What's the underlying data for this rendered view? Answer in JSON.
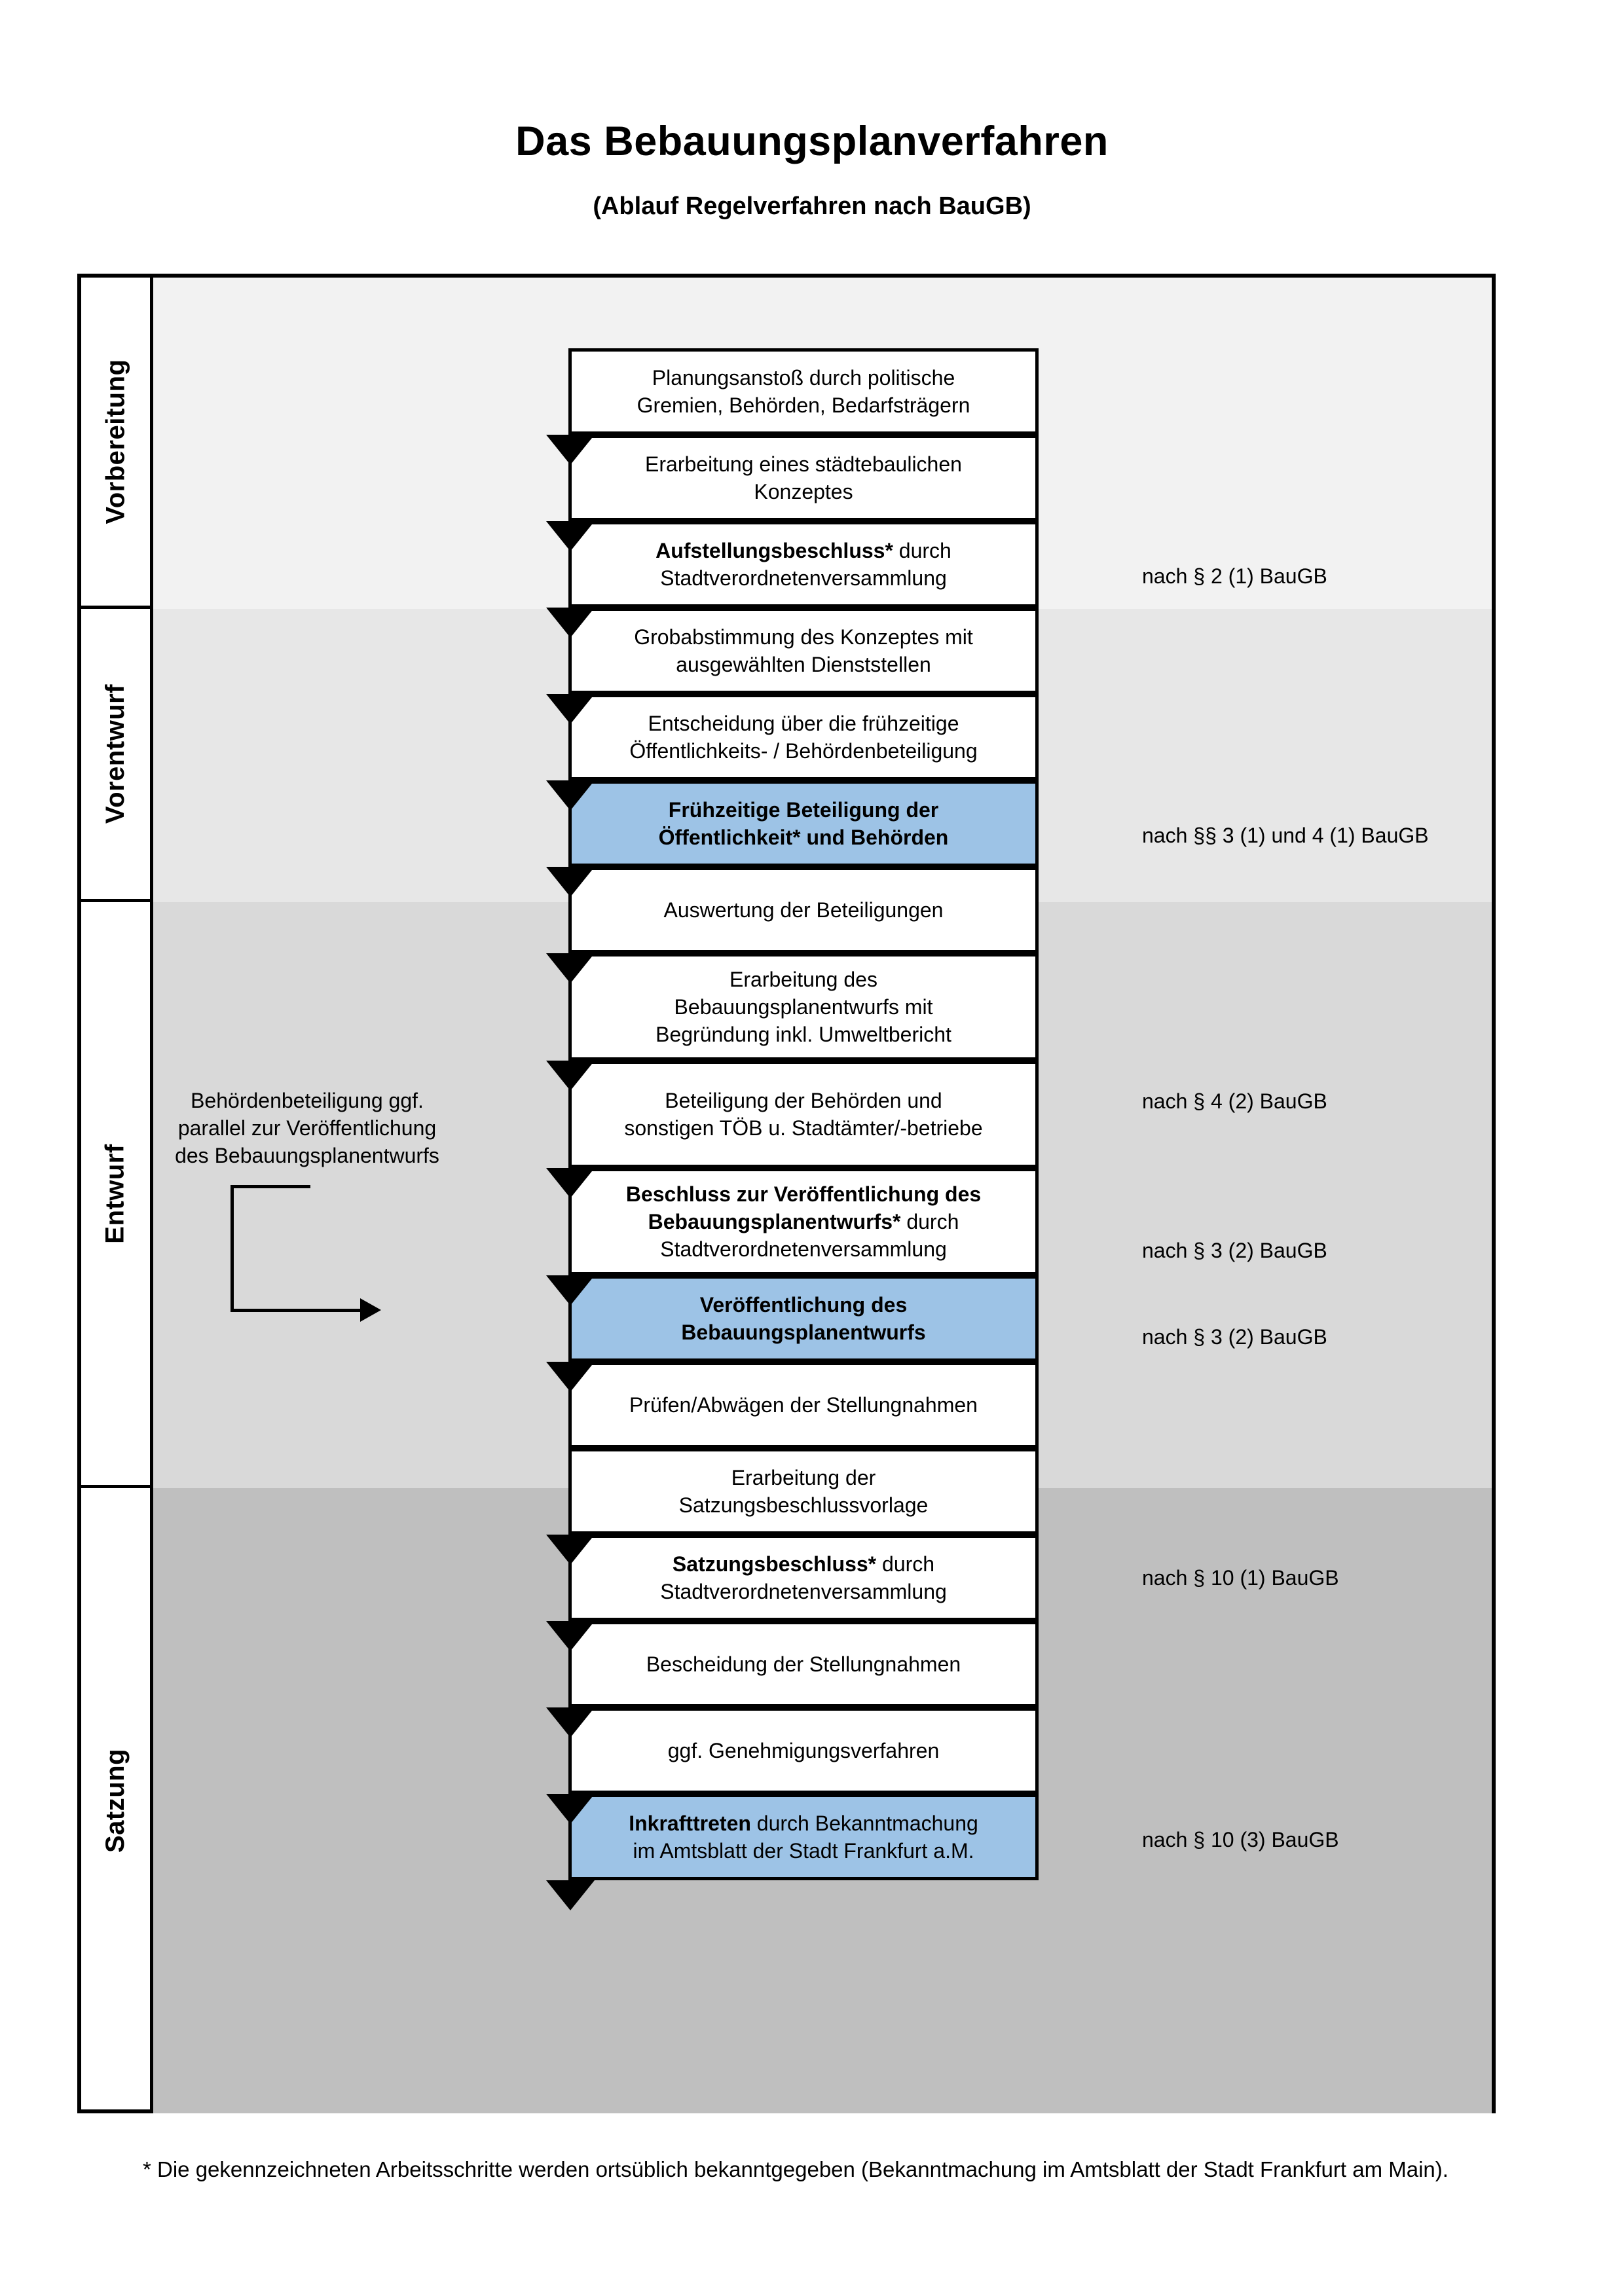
{
  "header": {
    "title": "Das Bebauungsplanverfahren",
    "subtitle": "(Ablauf Regelverfahren nach BauGB)"
  },
  "colors": {
    "highlight_blue": "#9DC3E6",
    "band_vorbereitung": "#F2F2F2",
    "band_vorentwurf": "#E7E7E7",
    "band_entwurf": "#D9D9D9",
    "band_satzung": "#BFBFBF",
    "border": "#000000"
  },
  "phases": [
    {
      "id": "vorbereitung",
      "label": "Vorbereitung"
    },
    {
      "id": "vorentwurf",
      "label": "Vorentwurf"
    },
    {
      "id": "entwurf",
      "label": "Entwurf"
    },
    {
      "id": "satzung",
      "label": "Satzung"
    }
  ],
  "steps": [
    {
      "id": "s1",
      "phase": "vorbereitung",
      "highlight": false,
      "lines": [
        {
          "text": "Planungsanstoß durch politische",
          "bold": false
        },
        {
          "text": "Gremien, Behörden, Bedarfsträgern",
          "bold": false
        }
      ]
    },
    {
      "id": "s2",
      "phase": "vorbereitung",
      "highlight": false,
      "lines": [
        {
          "text": "Erarbeitung eines städtebaulichen",
          "bold": false
        },
        {
          "text": "Konzeptes",
          "bold": false
        }
      ]
    },
    {
      "id": "s3",
      "phase": "vorbereitung",
      "highlight": false,
      "lines": [
        {
          "text": "Aufstellungsbeschluss*",
          "bold": true,
          "suffix": " durch"
        },
        {
          "text": "Stadtverordnetenversammlung",
          "bold": false
        }
      ]
    },
    {
      "id": "s4",
      "phase": "vorentwurf",
      "highlight": false,
      "lines": [
        {
          "text": "Grobabstimmung des Konzeptes mit",
          "bold": false
        },
        {
          "text": "ausgewählten Dienststellen",
          "bold": false
        }
      ]
    },
    {
      "id": "s5",
      "phase": "vorentwurf",
      "highlight": false,
      "lines": [
        {
          "text": "Entscheidung über die frühzeitige",
          "bold": false
        },
        {
          "text": "Öffentlichkeits- / Behördenbeteiligung",
          "bold": false
        }
      ]
    },
    {
      "id": "s6",
      "phase": "vorentwurf",
      "highlight": true,
      "lines": [
        {
          "text": "Frühzeitige Beteiligung der",
          "bold": true
        },
        {
          "text": "Öffentlichkeit* und Behörden",
          "bold": true
        }
      ]
    },
    {
      "id": "s7",
      "phase": "entwurf",
      "highlight": false,
      "lines": [
        {
          "text": "Auswertung der Beteiligungen",
          "bold": false
        }
      ]
    },
    {
      "id": "s8",
      "phase": "entwurf",
      "highlight": false,
      "lines": [
        {
          "text": "Erarbeitung des",
          "bold": false
        },
        {
          "text": "Bebauungsplanentwurfs mit",
          "bold": false
        },
        {
          "text": "Begründung inkl. Umweltbericht",
          "bold": false
        }
      ]
    },
    {
      "id": "s9",
      "phase": "entwurf",
      "highlight": false,
      "lines": [
        {
          "text": "Beteiligung der Behörden und",
          "bold": false
        },
        {
          "text": "sonstigen TÖB u. Stadtämter/-betriebe",
          "bold": false
        }
      ]
    },
    {
      "id": "s10",
      "phase": "entwurf",
      "highlight": false,
      "lines": [
        {
          "text": "Beschluss zur Veröffentlichung des",
          "bold": true
        },
        {
          "text": "Bebauungsplanentwurfs*",
          "bold": true,
          "suffix": " durch"
        },
        {
          "text": "Stadtverordnetenversammlung",
          "bold": false
        }
      ]
    },
    {
      "id": "s11",
      "phase": "entwurf",
      "highlight": true,
      "lines": [
        {
          "text": "Veröffentlichung des",
          "bold": true
        },
        {
          "text": "Bebauungsplanentwurfs",
          "bold": true
        }
      ]
    },
    {
      "id": "s12",
      "phase": "satzung",
      "highlight": false,
      "lines": [
        {
          "text": "Prüfen/Abwägen der Stellungnahmen",
          "bold": false
        }
      ]
    },
    {
      "id": "s13",
      "phase": "satzung",
      "highlight": false,
      "lines": [
        {
          "text": "Erarbeitung der",
          "bold": false
        },
        {
          "text": "Satzungsbeschlussvorlage",
          "bold": false
        }
      ]
    },
    {
      "id": "s14",
      "phase": "satzung",
      "highlight": false,
      "lines": [
        {
          "text": "Satzungsbeschluss*",
          "bold": true,
          "suffix": " durch"
        },
        {
          "text": "Stadtverordnetenversammlung",
          "bold": false
        }
      ]
    },
    {
      "id": "s15",
      "phase": "satzung",
      "highlight": false,
      "lines": [
        {
          "text": "Bescheidung der Stellungnahmen",
          "bold": false
        }
      ]
    },
    {
      "id": "s16",
      "phase": "satzung",
      "highlight": false,
      "lines": [
        {
          "text": "ggf. Genehmigungsverfahren",
          "bold": false
        }
      ]
    },
    {
      "id": "s17",
      "phase": "satzung",
      "highlight": true,
      "lines": [
        {
          "text": "Inkrafttreten",
          "bold": true,
          "suffix": " durch Bekanntmachung"
        },
        {
          "text": "im Amtsblatt der Stadt Frankfurt a.M.",
          "bold": false
        }
      ]
    }
  ],
  "references": [
    {
      "id": "r1",
      "for_step": "s3",
      "text": "nach § 2 (1) BauGB"
    },
    {
      "id": "r2",
      "for_step": "s6",
      "text": "nach §§ 3 (1) und 4 (1) BauGB"
    },
    {
      "id": "r3",
      "for_step": "s9",
      "text": "nach § 4 (2) BauGB"
    },
    {
      "id": "r4",
      "for_step": "s10",
      "text": "nach § 3 (2) BauGB"
    },
    {
      "id": "r5",
      "for_step": "s11",
      "text": "nach § 3 (2) BauGB"
    },
    {
      "id": "r6",
      "for_step": "s14",
      "text": "nach § 10 (1) BauGB"
    },
    {
      "id": "r7",
      "for_step": "s17",
      "text": "nach § 10 (3) BauGB"
    }
  ],
  "side_note": {
    "lines": [
      "Behördenbeteiligung",
      "ggf. parallel zur",
      "Veröffentlichung des",
      "Bebauungsplanentwurfs"
    ]
  },
  "footnote": {
    "text": "* Die gekennzeichneten Arbeitsschritte werden ortsüblich bekanntgegeben (Bekanntmachung im Amtsblatt  der Stadt Frankfurt am Main)."
  }
}
